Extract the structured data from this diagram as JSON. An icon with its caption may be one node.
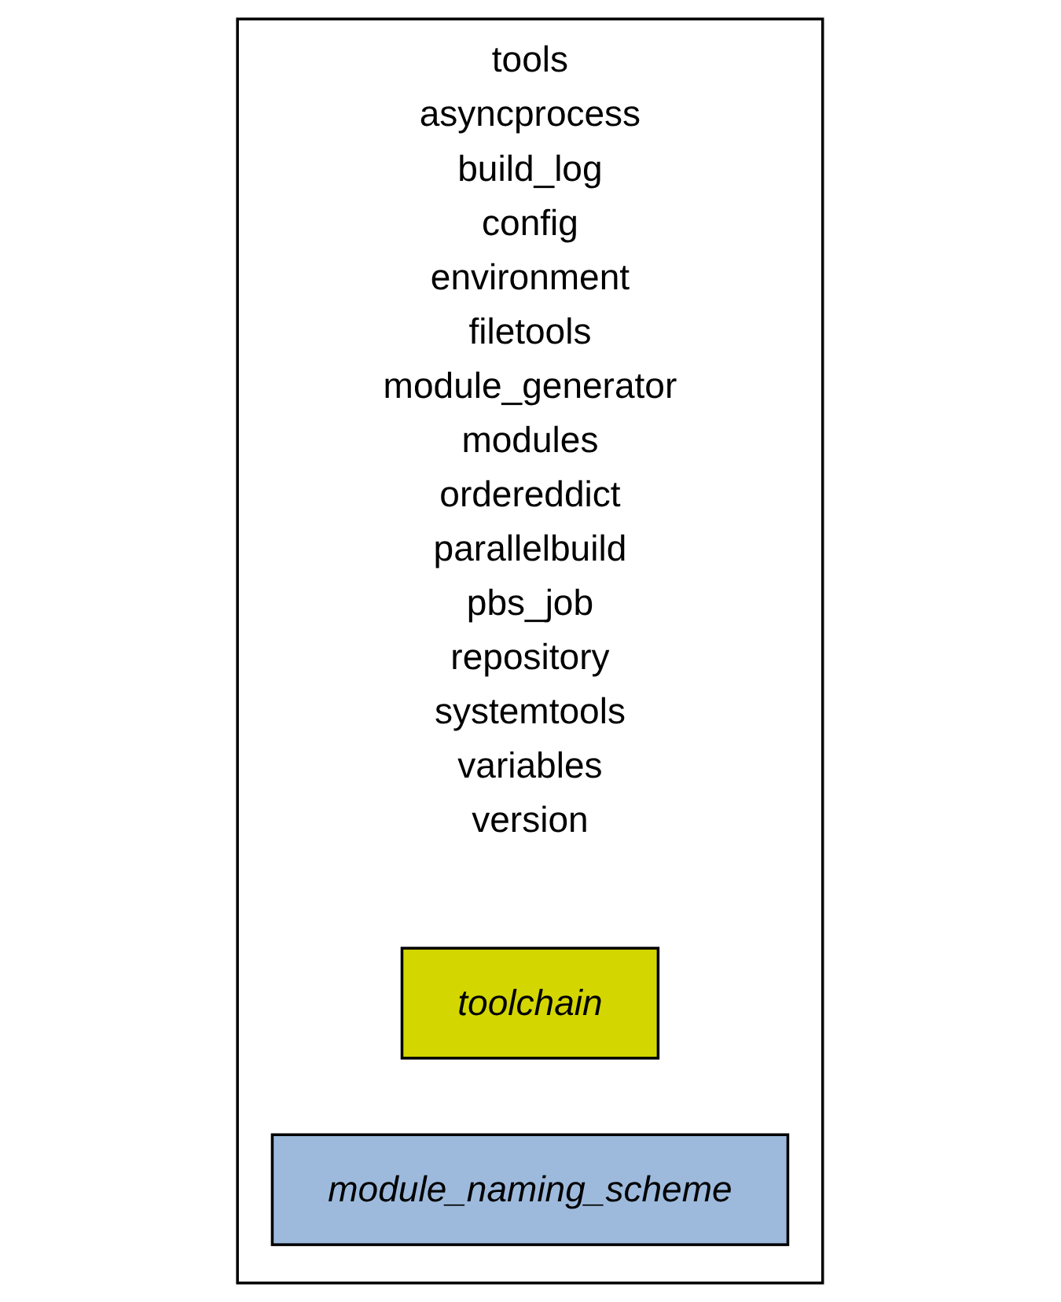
{
  "diagram": {
    "nodes": [
      {
        "text": [
          "tools",
          "asyncprocess",
          "build_log",
          "config",
          "environment",
          "filetools",
          "module_generator",
          "modules",
          "ordereddict",
          "parallelbuild",
          "pbs_job",
          "repository",
          "systemtools",
          "variables",
          "version"
        ]
      },
      {
        "text": [
          "toolchain"
        ],
        "in": 0
      },
      {
        "text": [
          "module_naming_scheme"
        ],
        "in": 0
      }
    ],
    "edges": []
  }
}
